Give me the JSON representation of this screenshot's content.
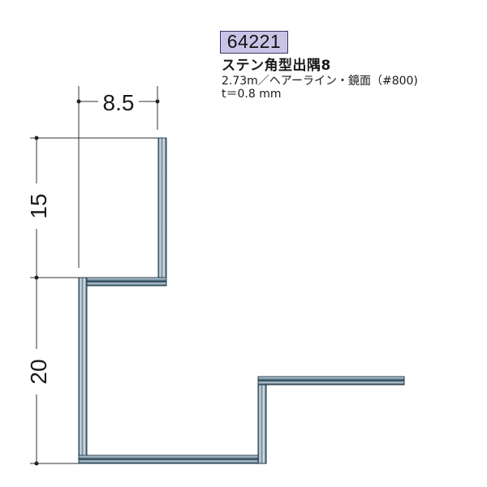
{
  "product": {
    "part_number": "64221",
    "name": "ステン角型出隅8",
    "spec": "2.73m／ヘアーライン・鏡面（#800)",
    "thickness": "t＝0.8 mm"
  },
  "dimensions": {
    "width_label": "8.5",
    "upper_height_label": "15",
    "lower_height_label": "20"
  },
  "colors": {
    "metal_dark": "#1f3a4a",
    "metal_mid": "#7f9aa8",
    "metal_light": "#e6eef2",
    "badge_fill": "#c9c4e6"
  }
}
